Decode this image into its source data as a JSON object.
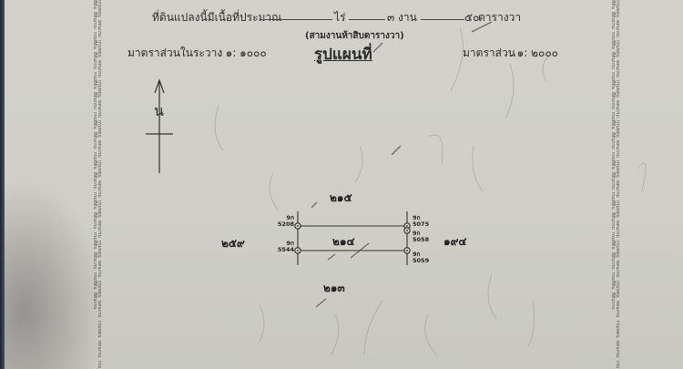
{
  "document": {
    "area_line": {
      "prefix": "ที่ดินแปลงนี้มีเนื้อที่ประมาณ",
      "rai_unit": "ไร่",
      "ngan_value": "๓",
      "ngan_unit": "งาน",
      "wa_value": "๕๐",
      "wa_unit": "ตารางวา"
    },
    "area_caption": "(สามงานห้าสิบตารางวา)",
    "scale_left": {
      "label": "มาตราส่วนในระวาง",
      "value": ". ๑: ๑๐๐๐"
    },
    "map_title": "รูปแผนที่",
    "scale_right": {
      "label": "มาตราส่วน",
      "value": ". ๑: ๒๐๐๐"
    },
    "north_arrow": {
      "label": "น"
    }
  },
  "plot": {
    "center_parcel": "๒๑๔",
    "north_parcel": "๒๑๕",
    "south_parcel": "๒๑๓",
    "west_parcel": "๒๕๙",
    "east_parcel": "๑๙๔",
    "markers": [
      {
        "prefix": "9ก",
        "code": "5208",
        "position": "top-left"
      },
      {
        "prefix": "9ก",
        "code": "5544",
        "position": "bottom-left"
      },
      {
        "prefix": "9ก",
        "code": "5075",
        "position": "top-right"
      },
      {
        "prefix": "9ก",
        "code": "5058",
        "position": "mid-right"
      },
      {
        "prefix": "9ก",
        "code": "5059",
        "position": "bottom-right"
      }
    ]
  },
  "security_pattern_text": "กรมที่ดิน ที่ดินกรม กรมที่ดิน ที่ดินกรม กรมที่ดิน ที่ดินกรม กรมที่ดิน ที่ดินกรม กรมที่ดิน ที่ดินกรม กรมที่ดิน ที่ดินกรม กรมที่ดิน ที่ดินกรม กรมที่ดิน ที่ดินกรม กรมที่ดิน ที่ดินกรม กรมที่ดิน ที่ดินกรม กรมที่ดิน ที่ดินกรม กรมที่ดิน ที่ดินกรม กรมที่ดิน ที่ดินกรม กรมที่ดิน ที่ดินกรม กรมที่ดิน ที่ดินกรม กรมที่ดิน ที่ดินกรม กรมที่ดิน ที่ดินกรม"
}
